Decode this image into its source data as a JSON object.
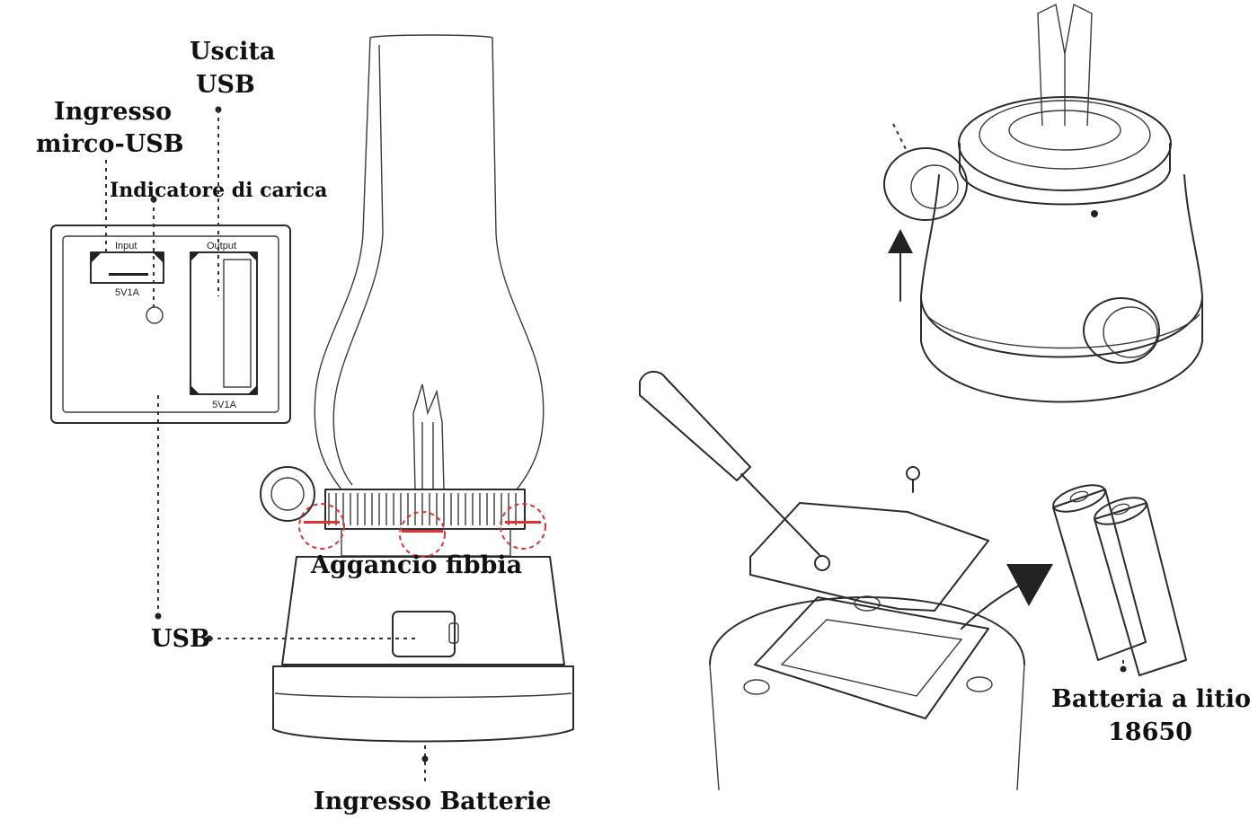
{
  "labels": {
    "usb_output": [
      "Uscita",
      "USB"
    ],
    "micro_usb_input": [
      "Ingresso",
      "mirco-USB"
    ],
    "charge_indicator": "Indicatore di carica",
    "buckle_hook": "Aggancio fibbia",
    "usb": "USB",
    "battery_input": "Ingresso Batterie",
    "lithium_battery": [
      "Batteria a litio",
      "18650"
    ]
  },
  "panel": {
    "input_label": "Input",
    "input_rating": "5V1A",
    "output_label": "Output",
    "output_rating": "5V1A"
  },
  "colors": {
    "line": "#2b2b2b",
    "highlight": "#dd3333",
    "background": "#ffffff"
  }
}
